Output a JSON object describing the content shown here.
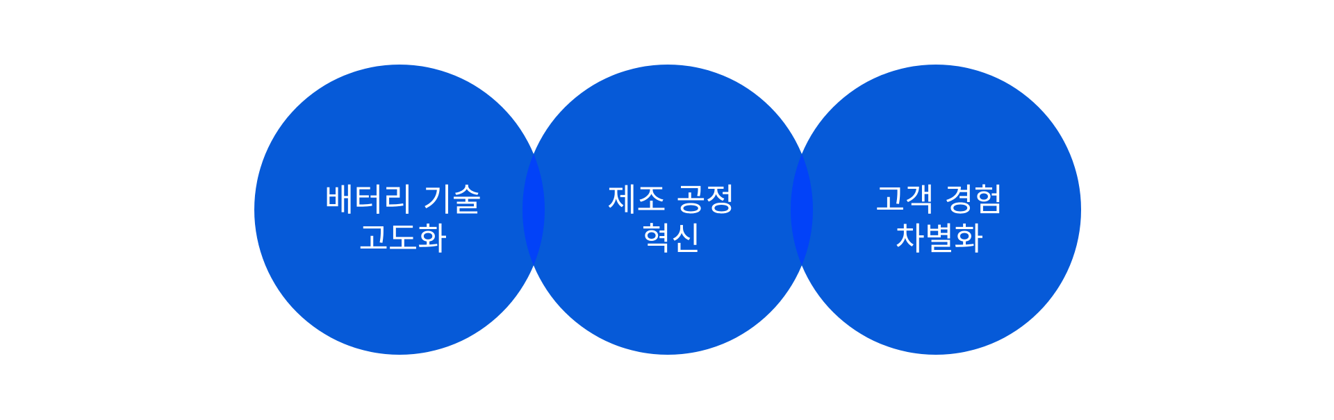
{
  "diagram": {
    "colors": {
      "circle": "#065ad8",
      "overlap": "#0242f8",
      "text": "#ffffff",
      "background": "#ffffff"
    },
    "circles": [
      {
        "line1": "배터리 기술",
        "line2": "고도화"
      },
      {
        "line1": "제조 공정",
        "line2": "혁신"
      },
      {
        "line1": "고객 경험",
        "line2": "차별화"
      }
    ]
  }
}
